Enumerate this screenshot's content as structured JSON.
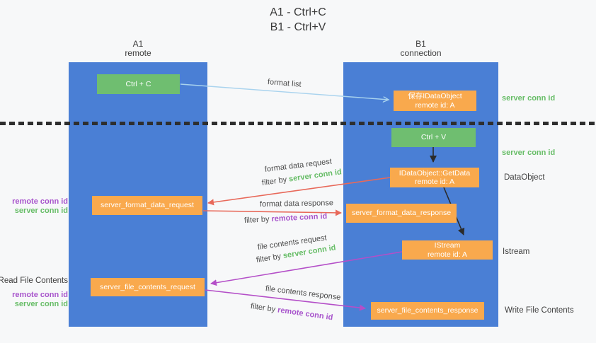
{
  "title": {
    "line1": "A1 - Ctrl+C",
    "line2": "B1 - Ctrl+V"
  },
  "lifelines": {
    "a": {
      "name": "A1",
      "role": "remote"
    },
    "b": {
      "name": "B1",
      "role": "connection"
    }
  },
  "nodes": {
    "ctrl_c": "Ctrl + C",
    "ctrl_v": "Ctrl + V",
    "save_line1": "保存IDataObject",
    "save_line2": "remote id: A",
    "getdata_line1": "IDataObject::GetData",
    "getdata_line2": "remote id: A",
    "istream_line1": "IStream",
    "istream_line2": "remote id: A",
    "format_request": "server_format_data_request",
    "format_response": "server_format_data_response",
    "file_request": "server_file_contents_request",
    "file_response": "server_file_contents_response"
  },
  "arrows": {
    "format_list": "format list",
    "format_data_request": "format data request",
    "format_data_response": "format data response",
    "file_contents_request": "file contents request",
    "file_contents_response": "file contents response",
    "filter_prefix": "filter by ",
    "server_conn_id": "server conn id",
    "remote_conn_id": "remote conn id"
  },
  "side": {
    "right_server_conn_top": "server conn id",
    "right_server_conn_mid": "server conn id",
    "dataobject": "DataObject",
    "istream": "Istream",
    "write_file_contents": "Write File Contents",
    "read_file_contents": "Read File Contents",
    "left_remote_conn_1": "remote conn id",
    "left_server_conn_1": "server conn id",
    "left_remote_conn_2": "remote conn id",
    "left_server_conn_2": "server conn id"
  },
  "colors": {
    "column_blue": "#4a7fd5",
    "box_green": "#6fbe70",
    "box_orange": "#f9a94d",
    "arrow_blue": "#a9d3ee",
    "arrow_red": "#e8695a",
    "arrow_purple": "#b44fc8",
    "arrow_black": "#2b2b2b",
    "text_green": "#67bd67",
    "text_purple": "#a855cc",
    "text_dark": "#3c3c3c"
  }
}
